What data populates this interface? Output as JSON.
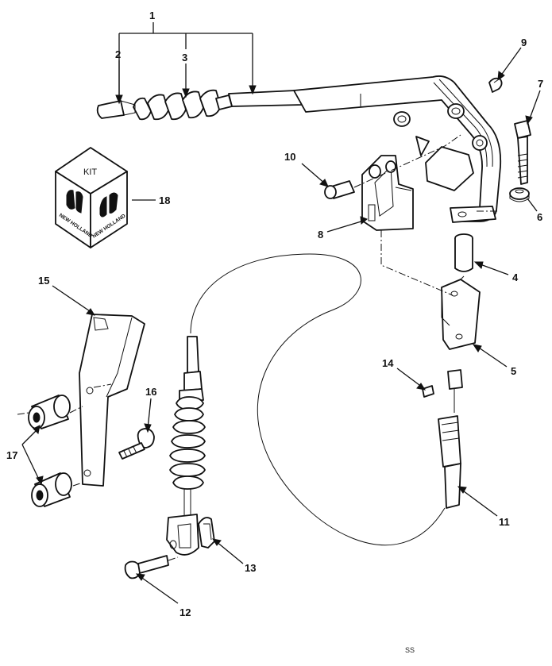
{
  "callouts": {
    "c1": "1",
    "c2": "2",
    "c3": "3",
    "c4": "4",
    "c5": "5",
    "c6": "6",
    "c7": "7",
    "c8": "8",
    "c9": "9",
    "c10": "10",
    "c11": "11",
    "c12": "12",
    "c13": "13",
    "c14": "14",
    "c15": "15",
    "c16": "16",
    "c17": "17",
    "c18": "18"
  },
  "kit_box": {
    "label": "KIT",
    "brand_left": "NEW HOLLAND",
    "brand_right": "NEW HOLLAND"
  },
  "reference_mark": "SS",
  "icons": {
    "kit_box": "kit-box-icon",
    "brand_logo": "new-holland-leaf-logo-icon"
  }
}
